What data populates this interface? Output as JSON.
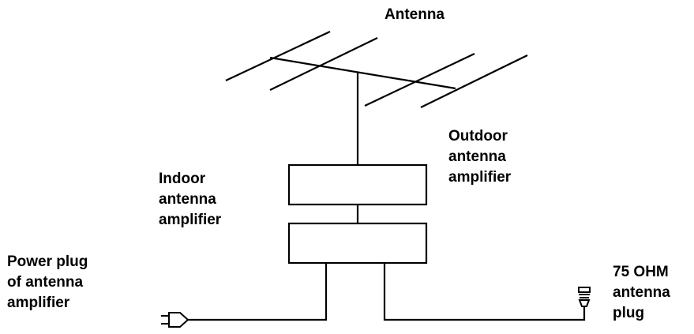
{
  "labels": {
    "antenna": "Antenna",
    "outdoor": [
      "Outdoor",
      "antenna",
      "amplifier"
    ],
    "indoor": [
      "Indoor",
      "antenna",
      "amplifier"
    ],
    "power_plug": [
      "Power plug",
      "of antenna",
      "amplifier"
    ],
    "ohm_plug": [
      "75 OHM",
      "antenna",
      "plug"
    ]
  },
  "colors": {
    "stroke": "#000000",
    "background": "#ffffff"
  },
  "icons": {
    "power_plug": "power-plug-icon",
    "coax_plug": "coax-plug-icon"
  }
}
